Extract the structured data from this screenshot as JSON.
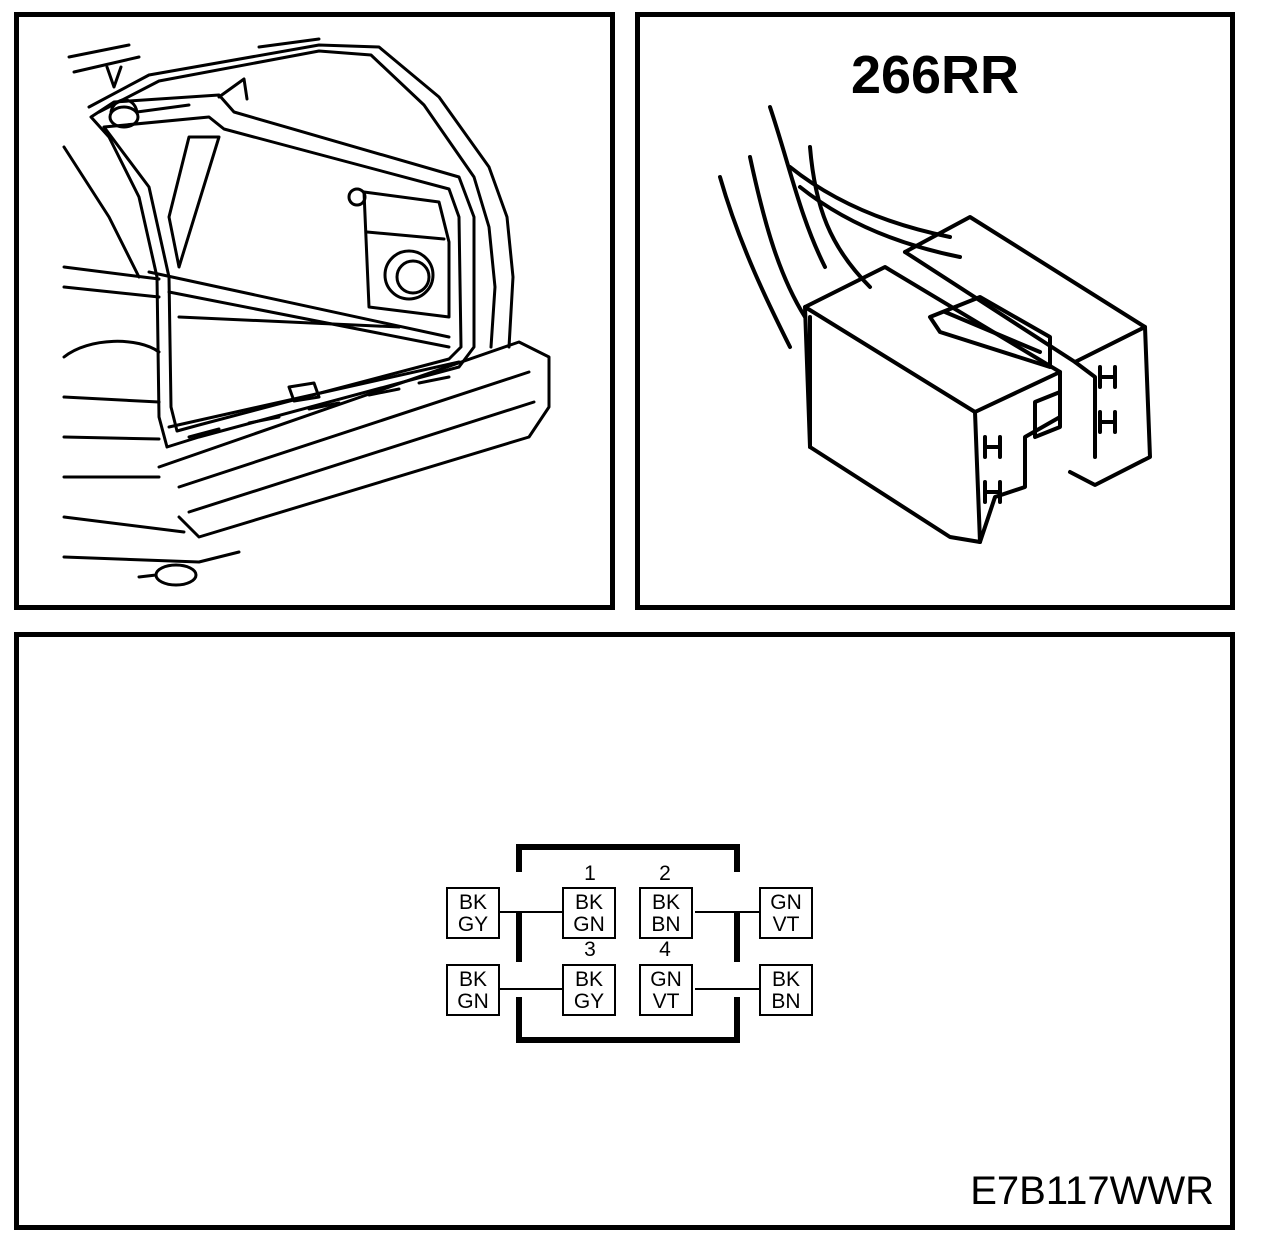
{
  "connector": {
    "id": "266RR"
  },
  "diagram_code": "E7B117WWR",
  "pins": [
    {
      "number": "1",
      "wire_inner": [
        "BK",
        "GN"
      ],
      "wire_outer": [
        "BK",
        "GY"
      ]
    },
    {
      "number": "2",
      "wire_inner": [
        "BK",
        "BN"
      ],
      "wire_outer": [
        "GN",
        "VT"
      ]
    },
    {
      "number": "3",
      "wire_inner": [
        "BK",
        "GY"
      ],
      "wire_outer": [
        "BK",
        "GN"
      ]
    },
    {
      "number": "4",
      "wire_inner": [
        "GN",
        "VT"
      ],
      "wire_outer": [
        "BK",
        "BN"
      ]
    }
  ]
}
